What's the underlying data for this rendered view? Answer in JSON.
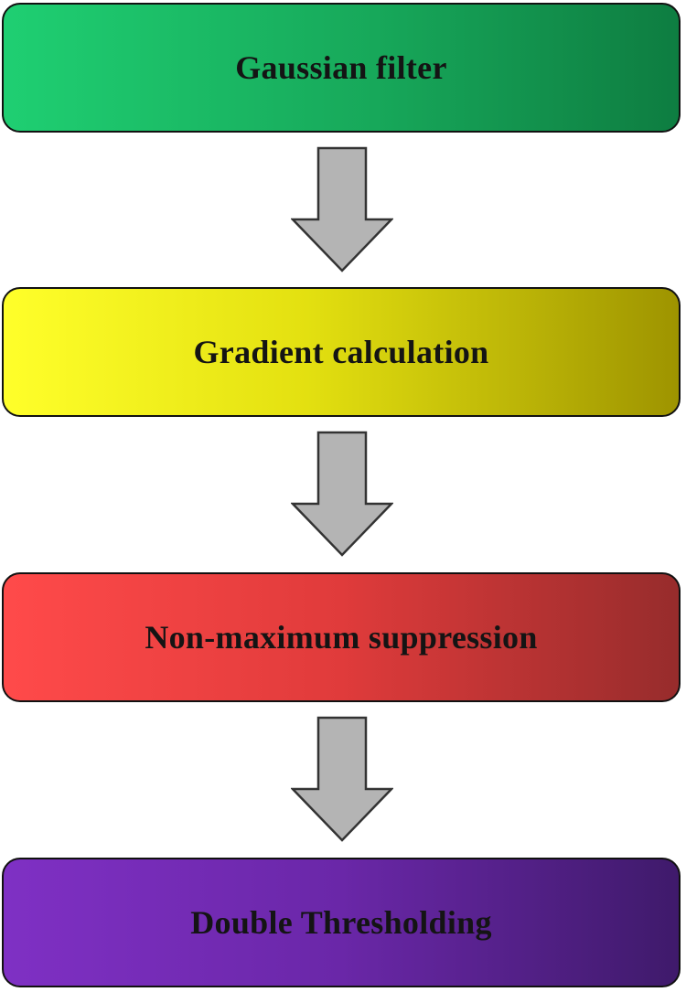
{
  "flowchart": {
    "steps": [
      {
        "label": "Gaussian filter"
      },
      {
        "label": "Gradient calculation"
      },
      {
        "label": "Non-maximum suppression"
      },
      {
        "label": "Double Thresholding"
      }
    ],
    "colors": {
      "step_1": "#17a85a",
      "step_2": "#e3e010",
      "step_3": "#e03b3b",
      "step_4": "#6a27a8",
      "arrow_fill": "#b4b4b4",
      "arrow_stroke": "#333333"
    }
  }
}
